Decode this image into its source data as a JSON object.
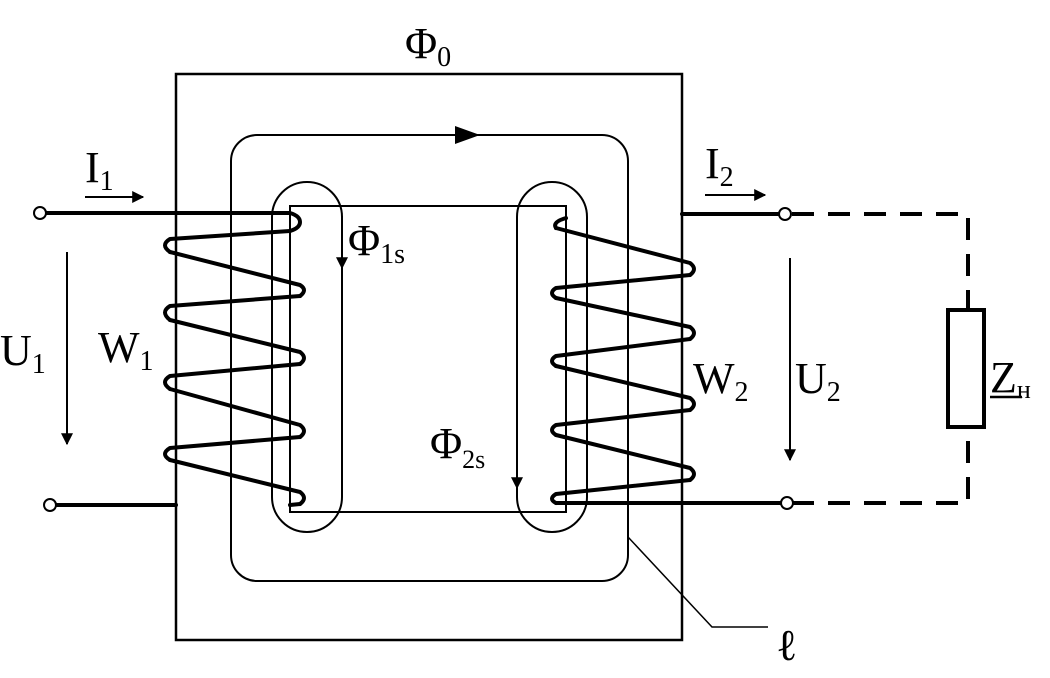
{
  "colors": {
    "ink": "#000000",
    "background": "#ffffff"
  },
  "labels": {
    "phi0": {
      "main": "Φ",
      "sub": "0"
    },
    "i1": {
      "main": "I",
      "sub": "1"
    },
    "i2": {
      "main": "I",
      "sub": "2"
    },
    "phi1s": {
      "main": "Φ",
      "sub": "1s"
    },
    "phi2s": {
      "main": "Φ",
      "sub": "2s"
    },
    "u1": {
      "main": "U",
      "sub": "1"
    },
    "w1": {
      "main": "W",
      "sub": "1"
    },
    "w2": {
      "main": "W",
      "sub": "2"
    },
    "u2": {
      "main": "U",
      "sub": "2"
    },
    "zn": {
      "main": "Z",
      "sub": "н"
    },
    "ell": {
      "main": "ℓ"
    }
  }
}
